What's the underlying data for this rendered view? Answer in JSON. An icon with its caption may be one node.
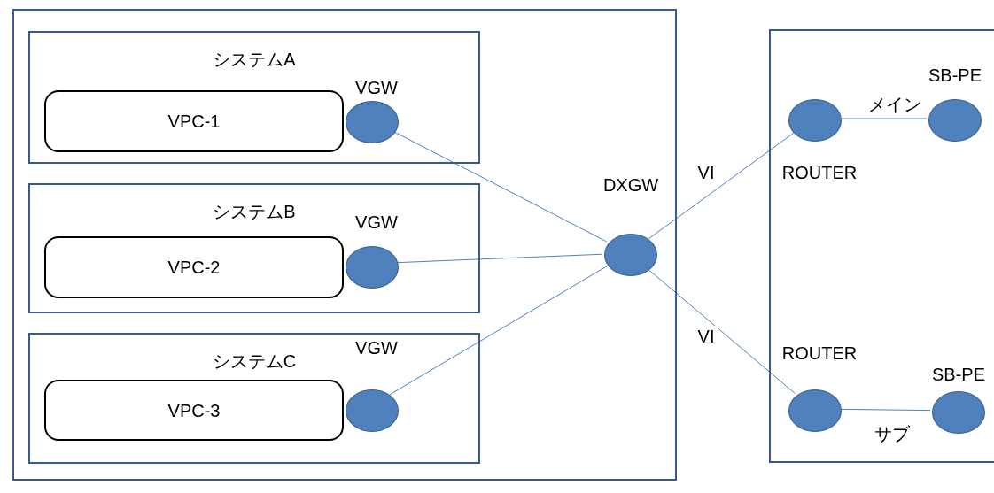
{
  "diagram": {
    "nodes": [
      {
        "text": [],
        "shape": "box"
      },
      {
        "text": [
          "システムA"
        ],
        "in": 0
      },
      {
        "text": [
          "VPC-1"
        ],
        "in": 1
      },
      {
        "text": [
          "VGW"
        ],
        "in": 1
      },
      {
        "text": [
          "システムB"
        ],
        "in": 0
      },
      {
        "text": [
          "VPC-2"
        ],
        "in": 4
      },
      {
        "text": [
          "VGW"
        ],
        "in": 4
      },
      {
        "text": [
          "システムC"
        ],
        "in": 0
      },
      {
        "text": [
          "VPC-3"
        ],
        "in": 7
      },
      {
        "text": [
          "VGW"
        ],
        "in": 7
      },
      {
        "text": [
          "DXGW"
        ],
        "in": 0
      },
      {
        "text": [],
        "shape": "box"
      },
      {
        "text": [
          "ROUTER"
        ],
        "in": 11
      },
      {
        "text": [
          "SB-PE"
        ],
        "in": 11
      },
      {
        "text": [
          "ROUTER"
        ],
        "in": 11
      },
      {
        "text": [
          "SB-PE"
        ],
        "in": 11
      }
    ],
    "edges": [
      {
        "from": 3,
        "to": 10,
        "arrow": "none"
      },
      {
        "from": 6,
        "to": 10,
        "arrow": "none"
      },
      {
        "from": 9,
        "to": 10,
        "arrow": "none"
      },
      {
        "from": 10,
        "to": 12,
        "arrow": "none",
        "label": "VI"
      },
      {
        "from": 10,
        "to": 14,
        "arrow": "none",
        "label": "VI"
      },
      {
        "from": 12,
        "to": 13,
        "arrow": "none",
        "label": "メイン"
      },
      {
        "from": 14,
        "to": 15,
        "arrow": "none",
        "label": "サブ"
      }
    ]
  }
}
